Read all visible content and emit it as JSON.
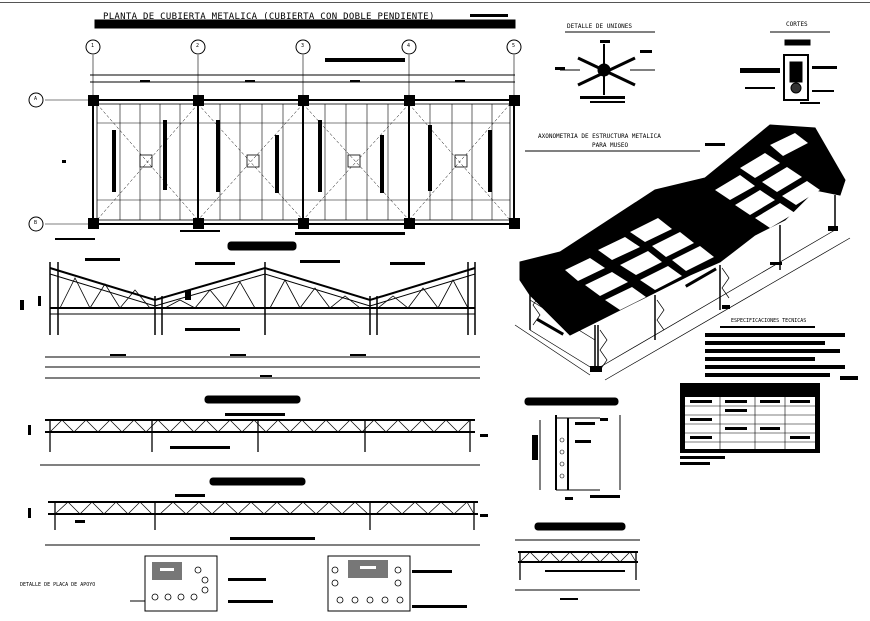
{
  "titles": {
    "main_plan": "PLANTA DE CUBIERTA METALICA (CUBIERTA CON DOBLE PENDIENTE)",
    "union_detail": "DETALLE DE UNIONES",
    "cuts": "CORTES",
    "axonometric_line1": "AXONOMETRIA DE ESTRUCTURA METALICA",
    "axonometric_line2": "PARA MUSEO",
    "specs": "ESPECIFICACIONES TECNICAS",
    "support_plate": "DETALLE DE PLACA DE APOYO"
  },
  "grid_axes": {
    "columns": [
      "1",
      "2",
      "3",
      "4",
      "5"
    ],
    "rows": [
      "A",
      "B"
    ]
  },
  "colors": {
    "ink": "#000000",
    "background": "#ffffff"
  }
}
